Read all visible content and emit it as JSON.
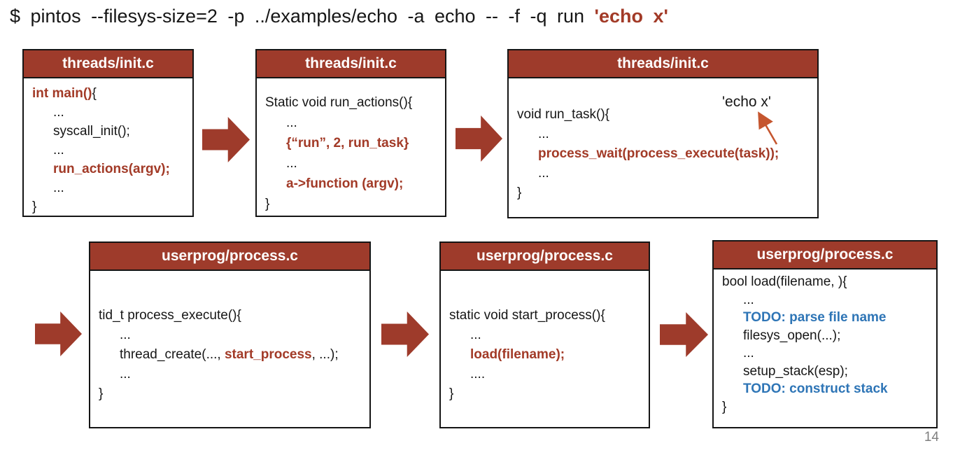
{
  "command": {
    "prefix": "$ pintos --filesys-size=2 -p ../examples/echo -a echo -- -f -q run ",
    "highlight": "'echo x'"
  },
  "annotation": {
    "label": "'echo x'"
  },
  "page": {
    "number": "14"
  },
  "colors": {
    "header_fill": "#9E3B2B",
    "arrow_fill": "#9E3B2B",
    "code_red": "#A23A27",
    "todo_blue": "#2E75B6",
    "annotation_arrow": "#C5562F",
    "page_number_gray": "#7F7F7F"
  },
  "boxes": [
    {
      "title": "threads/init.c",
      "lines": [
        {
          "indent": 0,
          "segments": [
            {
              "text": "int main()",
              "style": "red"
            },
            {
              "text": "{",
              "style": "plain"
            }
          ]
        },
        {
          "indent": 1,
          "segments": [
            {
              "text": "...",
              "style": "plain"
            }
          ]
        },
        {
          "indent": 1,
          "segments": [
            {
              "text": "syscall_init();",
              "style": "plain"
            }
          ]
        },
        {
          "indent": 1,
          "segments": [
            {
              "text": "...",
              "style": "plain"
            }
          ]
        },
        {
          "indent": 1,
          "segments": [
            {
              "text": "run_actions(argv);",
              "style": "red"
            }
          ]
        },
        {
          "indent": 1,
          "segments": [
            {
              "text": "...",
              "style": "plain"
            }
          ]
        },
        {
          "indent": 0,
          "segments": [
            {
              "text": "}",
              "style": "plain"
            }
          ]
        }
      ]
    },
    {
      "title": "threads/init.c",
      "lines": [
        {
          "indent": 0,
          "segments": [
            {
              "text": "Static void run_actions(){",
              "style": "plain"
            }
          ]
        },
        {
          "indent": 1,
          "segments": [
            {
              "text": "...",
              "style": "plain"
            }
          ]
        },
        {
          "indent": 1,
          "segments": [
            {
              "text": "{“run”, 2, run_task}",
              "style": "red"
            }
          ]
        },
        {
          "indent": 1,
          "segments": [
            {
              "text": "...",
              "style": "plain"
            }
          ]
        },
        {
          "indent": 1,
          "segments": [
            {
              "text": "a->function (argv);",
              "style": "red"
            }
          ]
        },
        {
          "indent": 0,
          "segments": [
            {
              "text": "}",
              "style": "plain"
            }
          ]
        }
      ]
    },
    {
      "title": "threads/init.c",
      "lines": [
        {
          "indent": 0,
          "segments": [
            {
              "text": "void run_task(){",
              "style": "plain"
            }
          ]
        },
        {
          "indent": 1,
          "segments": [
            {
              "text": "...",
              "style": "plain"
            }
          ]
        },
        {
          "indent": 1,
          "segments": [
            {
              "text": "process_wait(process_execute(task));",
              "style": "red"
            }
          ]
        },
        {
          "indent": 1,
          "segments": [
            {
              "text": "...",
              "style": "plain"
            }
          ]
        },
        {
          "indent": 0,
          "segments": [
            {
              "text": "}",
              "style": "plain"
            }
          ]
        }
      ]
    },
    {
      "title": "userprog/process.c",
      "lines": [
        {
          "indent": 0,
          "segments": [
            {
              "text": "tid_t process_execute(){",
              "style": "plain"
            }
          ]
        },
        {
          "indent": 1,
          "segments": [
            {
              "text": "...",
              "style": "plain"
            }
          ]
        },
        {
          "indent": 1,
          "segments": [
            {
              "text": "thread_create(..., ",
              "style": "plain"
            },
            {
              "text": "start_process",
              "style": "red"
            },
            {
              "text": ", ...);",
              "style": "plain"
            }
          ]
        },
        {
          "indent": 1,
          "segments": [
            {
              "text": "...",
              "style": "plain"
            }
          ]
        },
        {
          "indent": 0,
          "segments": [
            {
              "text": "}",
              "style": "plain"
            }
          ]
        }
      ]
    },
    {
      "title": "userprog/process.c",
      "lines": [
        {
          "indent": 0,
          "segments": [
            {
              "text": "static void start_process(){",
              "style": "plain"
            }
          ]
        },
        {
          "indent": 1,
          "segments": [
            {
              "text": "...",
              "style": "plain"
            }
          ]
        },
        {
          "indent": 1,
          "segments": [
            {
              "text": "load(filename);",
              "style": "red"
            }
          ]
        },
        {
          "indent": 1,
          "segments": [
            {
              "text": "....",
              "style": "plain"
            }
          ]
        },
        {
          "indent": 0,
          "segments": [
            {
              "text": "}",
              "style": "plain"
            }
          ]
        }
      ]
    },
    {
      "title": "userprog/process.c",
      "lines": [
        {
          "indent": 0,
          "segments": [
            {
              "text": "bool load(filename, ){",
              "style": "plain"
            }
          ]
        },
        {
          "indent": 1,
          "segments": [
            {
              "text": "...",
              "style": "plain"
            }
          ]
        },
        {
          "indent": 1,
          "segments": [
            {
              "text": "TODO: parse file name",
              "style": "blue"
            }
          ]
        },
        {
          "indent": 1,
          "segments": [
            {
              "text": "filesys_open(...);",
              "style": "plain"
            }
          ]
        },
        {
          "indent": 1,
          "segments": [
            {
              "text": "...",
              "style": "plain"
            }
          ]
        },
        {
          "indent": 1,
          "segments": [
            {
              "text": "setup_stack(esp);",
              "style": "plain"
            }
          ]
        },
        {
          "indent": 1,
          "segments": [
            {
              "text": "TODO: construct stack",
              "style": "blue"
            }
          ]
        },
        {
          "indent": 0,
          "segments": [
            {
              "text": "}",
              "style": "plain"
            }
          ]
        }
      ]
    }
  ]
}
